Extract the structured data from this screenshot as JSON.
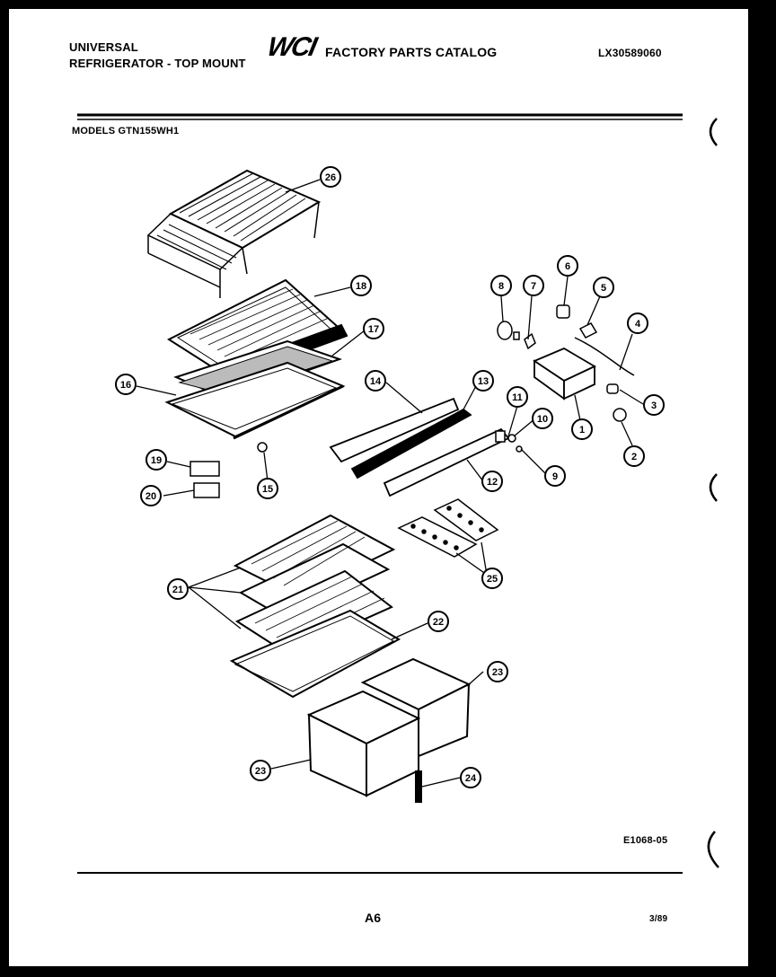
{
  "header": {
    "brand_line1": "UNIVERSAL",
    "brand_line2": "REFRIGERATOR - TOP MOUNT",
    "logo": "WCI",
    "catalog_title": "FACTORY PARTS CATALOG",
    "doc_number": "LX30589060"
  },
  "models_label": "MODELS GTN155WH1",
  "footer": {
    "drawing_code": "E1068-05",
    "page": "A6",
    "date": "3/89"
  },
  "callouts": [
    {
      "id": "c26",
      "label": "26"
    },
    {
      "id": "c18",
      "label": "18"
    },
    {
      "id": "c17",
      "label": "17"
    },
    {
      "id": "c16",
      "label": "16"
    },
    {
      "id": "c14",
      "label": "14"
    },
    {
      "id": "c13",
      "label": "13"
    },
    {
      "id": "c8",
      "label": "8"
    },
    {
      "id": "c7",
      "label": "7"
    },
    {
      "id": "c6",
      "label": "6"
    },
    {
      "id": "c5",
      "label": "5"
    },
    {
      "id": "c4",
      "label": "4"
    },
    {
      "id": "c3",
      "label": "3"
    },
    {
      "id": "c1",
      "label": "1"
    },
    {
      "id": "c2",
      "label": "2"
    },
    {
      "id": "c11",
      "label": "11"
    },
    {
      "id": "c10",
      "label": "10"
    },
    {
      "id": "c9",
      "label": "9"
    },
    {
      "id": "c12",
      "label": "12"
    },
    {
      "id": "c19",
      "label": "19"
    },
    {
      "id": "c20",
      "label": "20"
    },
    {
      "id": "c15",
      "label": "15"
    },
    {
      "id": "c21",
      "label": "21"
    },
    {
      "id": "c22",
      "label": "22"
    },
    {
      "id": "c25",
      "label": "25"
    },
    {
      "id": "c23a",
      "label": "23"
    },
    {
      "id": "c23b",
      "label": "23"
    },
    {
      "id": "c24",
      "label": "24"
    }
  ]
}
